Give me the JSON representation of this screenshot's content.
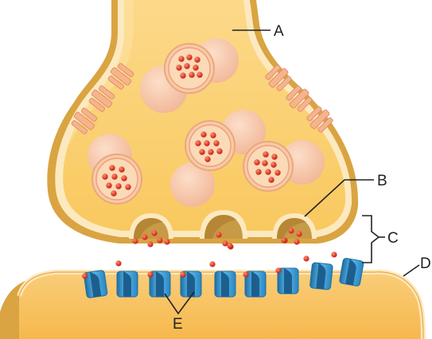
{
  "labels": {
    "A": "A",
    "B": "B",
    "C": "C",
    "D": "D",
    "E": "E"
  },
  "colors": {
    "terminal_fill": "#fbd27a",
    "terminal_membrane": "#fce9c0",
    "terminal_shadow": "#d9a441",
    "vesicle_fill": "#f9c9a4",
    "vesicle_ring": "#e8a882",
    "empty_vesicle": "#f6c8b2",
    "neurotransmitter": "#e2301f",
    "receptor": "#3f9fd6",
    "receptor_dark": "#1d6ea3",
    "postsynaptic_fill": "#f8c56a",
    "postsynaptic_membrane": "#fde7bb",
    "label_text": "#222222"
  }
}
